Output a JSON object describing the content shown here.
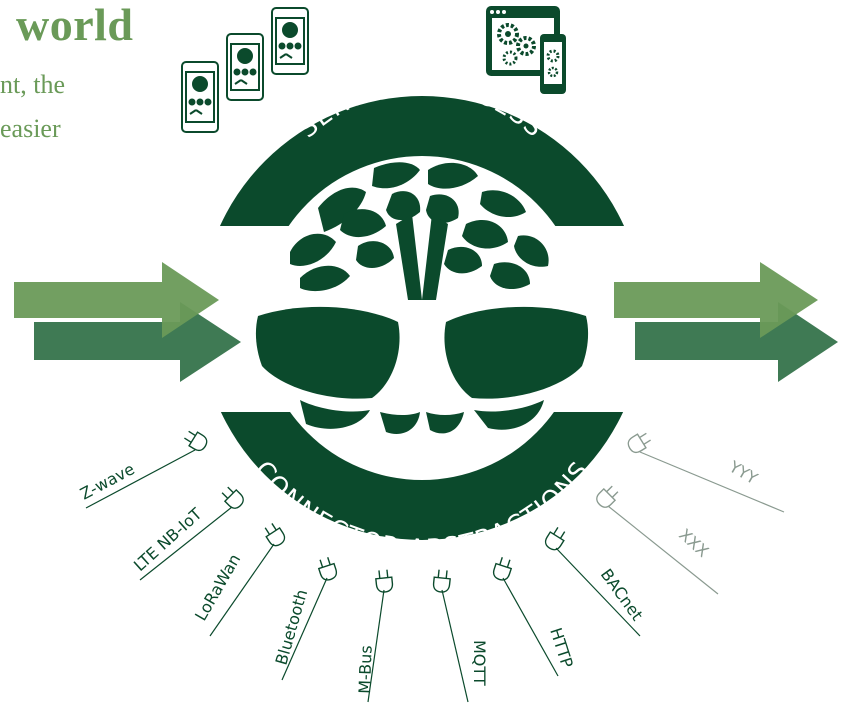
{
  "heading": {
    "title_fragment": "world",
    "subline_1": "nt, the",
    "subline_2": "easier"
  },
  "ring": {
    "top_text": "SERVICES ACCESS",
    "bottom_text": "CONNECTOR ABSTRACTIONS"
  },
  "connectors": [
    {
      "label": "Z-wave",
      "muted": false
    },
    {
      "label": "LTE NB-IoT",
      "muted": false
    },
    {
      "label": "LoRaWan",
      "muted": false
    },
    {
      "label": "Bluetooth",
      "muted": false
    },
    {
      "label": "M-Bus",
      "muted": false
    },
    {
      "label": "MQTT",
      "muted": false
    },
    {
      "label": "HTTP",
      "muted": false
    },
    {
      "label": "BACnet",
      "muted": false
    },
    {
      "label": "XXX",
      "muted": true
    },
    {
      "label": "YYY",
      "muted": true
    }
  ],
  "colors": {
    "dark_green": "#0b4a2c",
    "mid_green": "#3f7a54",
    "light_green": "#6a9a58",
    "grey": "#8a9a90"
  },
  "icons": [
    "phone-dashboard-icon",
    "phone-dashboard-icon",
    "phone-dashboard-icon",
    "gears-devices-icon"
  ]
}
